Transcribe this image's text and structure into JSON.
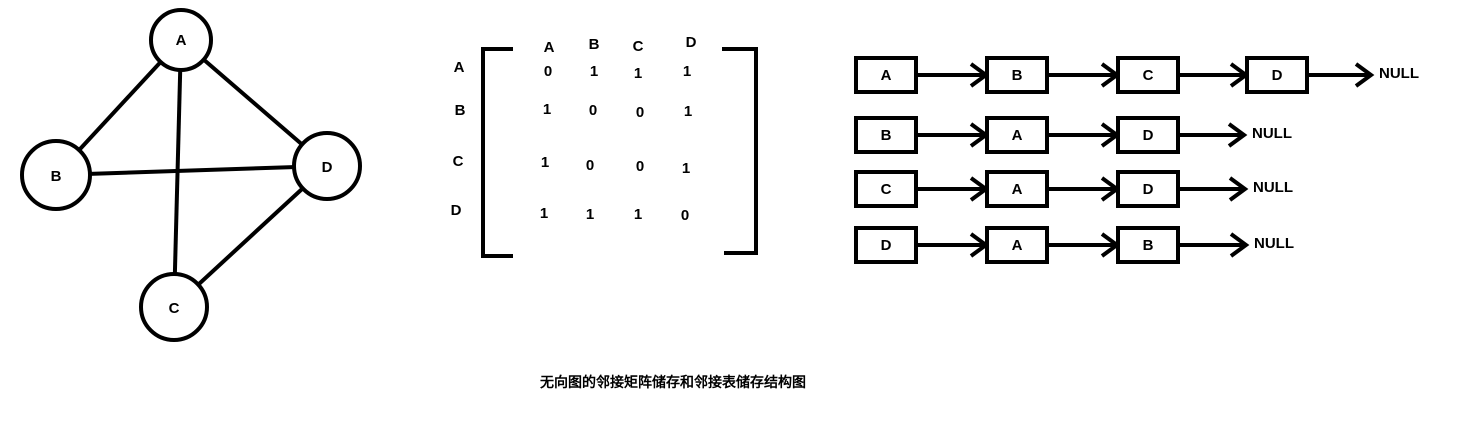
{
  "graph": {
    "nodes": [
      {
        "id": "A",
        "label": "A"
      },
      {
        "id": "B",
        "label": "B"
      },
      {
        "id": "C",
        "label": "C"
      },
      {
        "id": "D",
        "label": "D"
      }
    ],
    "edges": [
      [
        "A",
        "B"
      ],
      [
        "A",
        "C"
      ],
      [
        "A",
        "D"
      ],
      [
        "B",
        "D"
      ],
      [
        "C",
        "D"
      ]
    ]
  },
  "matrix": {
    "col_headers": [
      "A",
      "B",
      "C",
      "D"
    ],
    "row_headers": [
      "A",
      "B",
      "C",
      "D"
    ],
    "rows": [
      [
        "0",
        "1",
        "1",
        "1"
      ],
      [
        "1",
        "0",
        "0",
        "1"
      ],
      [
        "1",
        "0",
        "0",
        "1"
      ],
      [
        "1",
        "1",
        "1",
        "0"
      ]
    ]
  },
  "adjacency_list": [
    {
      "head": "A",
      "nodes": [
        "B",
        "C",
        "D"
      ],
      "terminal": "NULL"
    },
    {
      "head": "B",
      "nodes": [
        "A",
        "D"
      ],
      "terminal": "NULL"
    },
    {
      "head": "C",
      "nodes": [
        "A",
        "D"
      ],
      "terminal": "NULL"
    },
    {
      "head": "D",
      "nodes": [
        "A",
        "B"
      ],
      "terminal": "NULL"
    }
  ],
  "caption": "无向图的邻接矩阵储存和邻接表储存结构图"
}
